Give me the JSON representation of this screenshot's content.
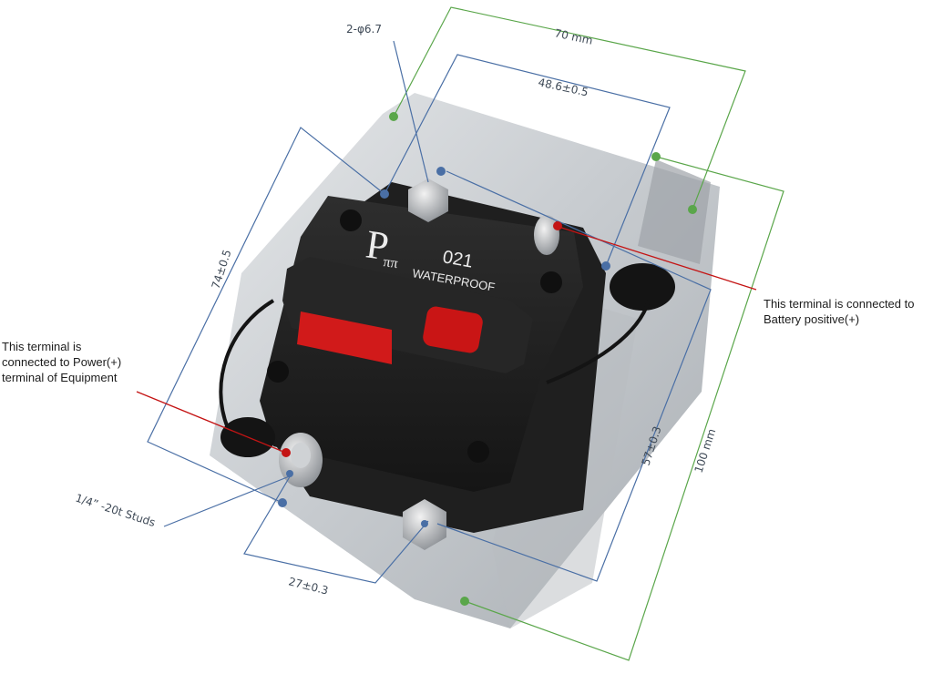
{
  "dimensions": {
    "hole_spec": "2-φ6.7",
    "overall_width": "70 mm",
    "hole_spacing_width": "48.6±0.5",
    "hole_spacing_height": "74±0.5",
    "stud_spacing_vertical": "57±0.3",
    "overall_height": "100 mm",
    "stud_spacing_horizontal": "27±0.3",
    "stud_spec": "1/4”  -20t Studs"
  },
  "device_labels": {
    "logo": "P",
    "logo_sub": "ππ",
    "model": "021",
    "tagline": "WATERPROOF"
  },
  "callouts": {
    "battery": [
      "This terminal is connected to",
      "Battery positive(+)"
    ],
    "power": [
      "This terminal is",
      "connected to Power(+)",
      "terminal of Equipment"
    ]
  },
  "colors": {
    "green_dim": "#5aa64a",
    "blue_dim": "#4a6fa5",
    "red_pointer": "#c41414"
  }
}
